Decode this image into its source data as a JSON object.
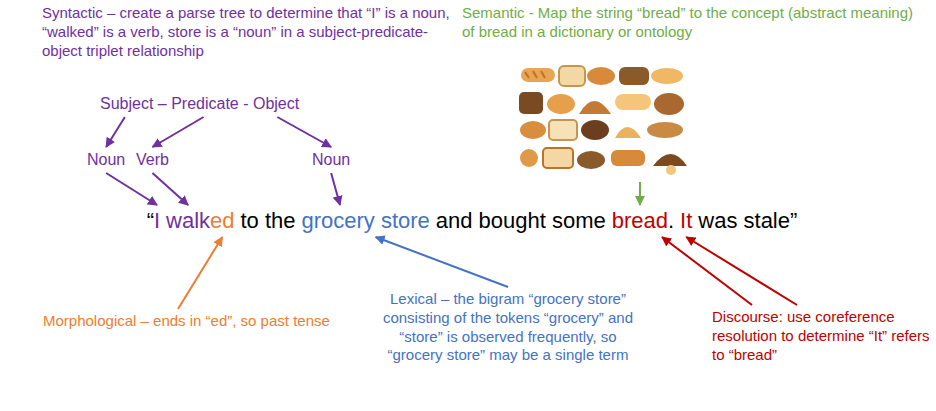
{
  "diagram": {
    "labels": [
      "Syntactic – create a parse tree to determine that “I” is a noun, “walked” is a verb, store is a “noun” in a subject-predicate-object triplet relationship",
      "Semantic - Map the string “bread” to the concept (abstract meaning) of bread in a dictionary or ontology",
      "Subject – Predicate - Object",
      "Noun",
      "Verb",
      "Noun",
      "“",
      "I",
      "walk",
      "ed",
      "to the",
      "grocery store",
      "and bought some",
      "bread",
      ".",
      "It",
      "was stale”",
      "Morphological – ends in “ed”, so past tense",
      "Lexical – the bigram “grocery store” consisting of the tokens “grocery” and “store” is observed frequently, so “grocery store” may be a single term",
      "Discourse: use coreference resolution to determine “It” refers to “bread”"
    ]
  }
}
